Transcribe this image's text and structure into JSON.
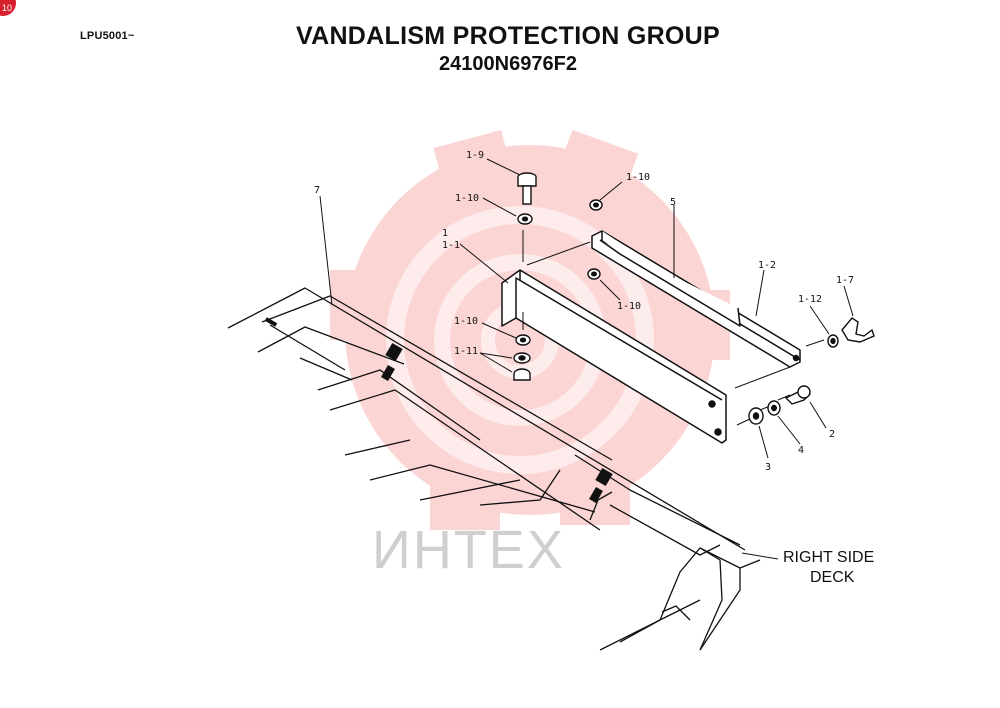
{
  "header": {
    "model": "LPU5001~",
    "title": "VANDALISM PROTECTION GROUP",
    "part_number": "24100N6976F2"
  },
  "corner_badge": "10",
  "watermark": {
    "text": "ИНТЕХ",
    "color": "#f0433f"
  },
  "callouts": {
    "c1_9": "1-9",
    "c1_10_a": "1-10",
    "c1_10_b": "1-10",
    "c1_10_c": "1-10",
    "c1_10_d": "1-10",
    "c1": "1",
    "c1_1": "1-1",
    "c1_11": "1-11",
    "c5": "5",
    "c1_2": "1-2",
    "c1_12": "1-12",
    "c1_7": "1-7",
    "c7": "7",
    "c2": "2",
    "c3": "3",
    "c4": "4"
  },
  "note": {
    "line1": "RIGHT SIDE",
    "line2": "DECK"
  }
}
